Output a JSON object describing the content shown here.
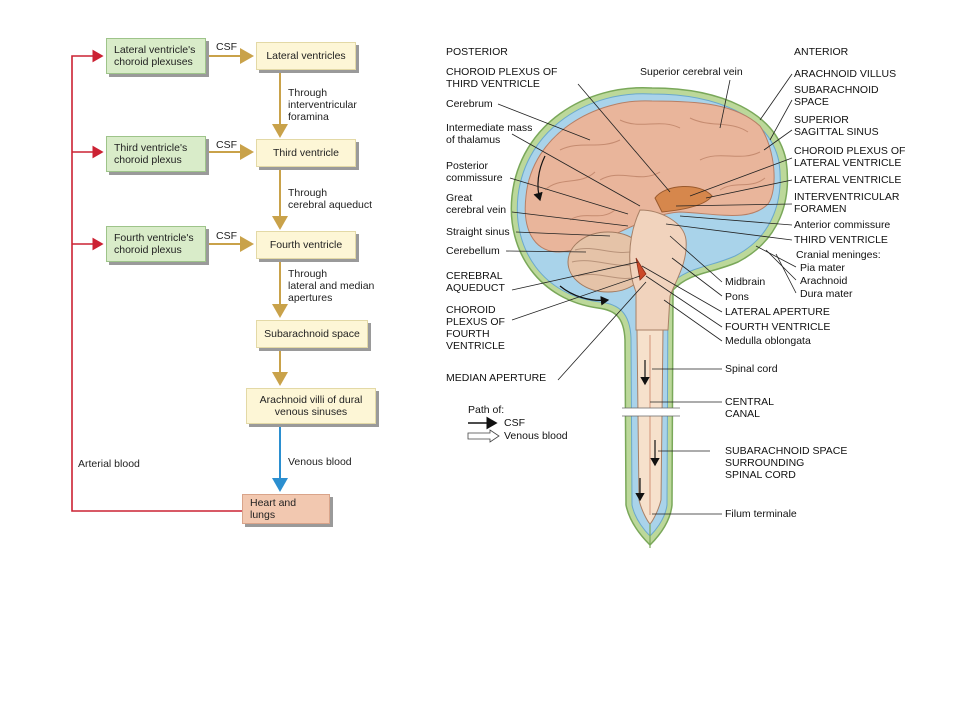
{
  "flow": {
    "sources": [
      {
        "label": "Lateral ventricle's\nchoroid plexuses",
        "csf": "CSF"
      },
      {
        "label": "Third ventricle's\nchoroid plexus",
        "csf": "CSF"
      },
      {
        "label": "Fourth ventricle's\nchoroid plexus",
        "csf": "CSF"
      }
    ],
    "chain": [
      "Lateral ventricles",
      "Third ventricle",
      "Fourth ventricle",
      "Subarachnoid space",
      "Arachnoid villi of dural\nvenous sinuses"
    ],
    "connectors": [
      "Through\ninterventricular\nforamina",
      "Through\ncerebral aqueduct",
      "Through\nlateral and median\napertures"
    ],
    "venous_label": "Venous blood",
    "heart_label": "Heart and lungs",
    "arterial_label": "Arterial blood",
    "colors": {
      "csf_arrow": "#c9a24a",
      "venous_arrow": "#2b8fd0",
      "arterial_line": "#cc2233"
    }
  },
  "diagram": {
    "header_left": "POSTERIOR",
    "header_right": "ANTERIOR",
    "left_labels": [
      "CHOROID PLEXUS OF\nTHIRD VENTRICLE",
      "Cerebrum",
      "Intermediate mass\nof thalamus",
      "Posterior\ncommissure",
      "Great\ncerebral vein",
      "Straight sinus",
      "Cerebellum",
      "CEREBRAL\nAQUEDUCT",
      "CHOROID\nPLEXUS OF\nFOURTH\nVENTRICLE",
      "MEDIAN APERTURE"
    ],
    "top_label": "Superior cerebral vein",
    "right_labels": [
      "ARACHNOID VILLUS",
      "SUBARACHNOID\nSPACE",
      "SUPERIOR\nSAGITTAL SINUS",
      "CHOROID PLEXUS OF\nLATERAL VENTRICLE",
      "LATERAL VENTRICLE",
      "INTERVENTRICULAR\nFORAMEN",
      "Anterior commissure",
      "THIRD VENTRICLE",
      "Cranial meninges:",
      "Pia mater",
      "Arachnoid",
      "Dura mater"
    ],
    "lower_right_labels": [
      "Midbrain",
      "Pons",
      "LATERAL APERTURE",
      "FOURTH VENTRICLE",
      "Medulla oblongata",
      "Spinal cord",
      "CENTRAL\nCANAL",
      "SUBARACHNOID SPACE\nSURROUNDING\nSPINAL CORD",
      "Filum terminale"
    ],
    "legend": {
      "title": "Path of:",
      "items": [
        "CSF",
        "Venous blood"
      ]
    }
  }
}
